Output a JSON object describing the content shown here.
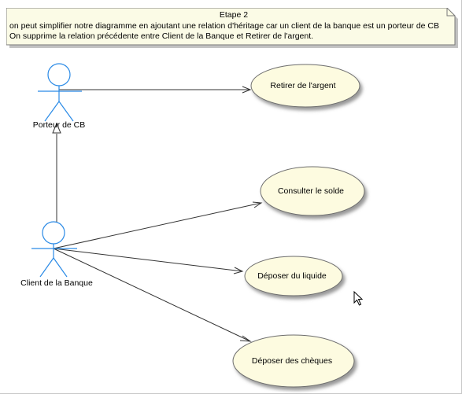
{
  "note": {
    "title": "Etape 2",
    "line1": "on peut simplifier notre diagramme en ajoutant une relation d'héritage car un client de la banque est un porteur de CB",
    "line2": "On supprime la relation précédente entre Client de la Banque et Retirer de l'argent."
  },
  "actors": {
    "porteur": "Porteur de CB",
    "client": "Client de la Banque"
  },
  "use_cases": {
    "retirer": "Retirer de l'argent",
    "consulter": "Consulter le solde",
    "deposer_liquide": "Déposer du liquide",
    "deposer_cheques": "Déposer des chèques"
  },
  "colors": {
    "actor_stroke": "#2a8ae6",
    "usecase_fill": "#fdfbe0",
    "usecase_shadow": "#8e8e8e",
    "note_fill": "#fbfbe6",
    "line": "#333333"
  }
}
